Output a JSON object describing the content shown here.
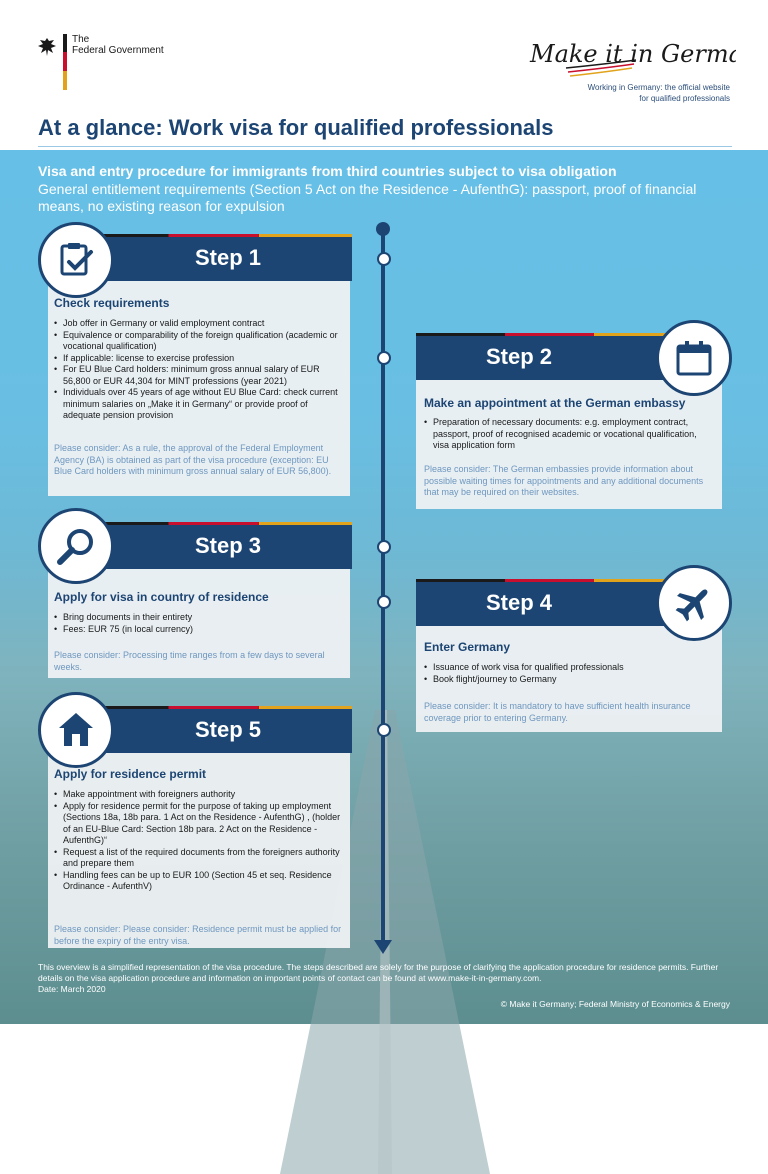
{
  "header": {
    "gov_line1": "The",
    "gov_line2": "Federal Government",
    "logo_text": "Make it in Germany",
    "tagline_line1": "Working in Germany: the official website",
    "tagline_line2": "for qualified professionals",
    "title": "At a glance: Work visa for qualified professionals"
  },
  "intro": {
    "heading": "Visa and entry procedure for immigrants from third countries subject to visa obligation",
    "text": "General entitlement requirements (Section 5 Act on the Residence - AufenthG): passport, proof of financial means, no existing reason for expulsion"
  },
  "steps": [
    {
      "label": "Step 1",
      "icon": "checklist-icon",
      "title": "Check requirements",
      "items": [
        "Job offer in Germany or valid employment contract",
        "Equivalence or comparability of the foreign qualification (academic or vocational qualification)",
        "If applicable: license to exercise profession",
        "For EU Blue Card holders: minimum gross annual salary of EUR 56,800 or EUR 44,304 for MINT professions (year 2021)",
        "Individuals over 45 years of age without EU Blue Card: check current minimum salaries on „Make it in Germany“ or provide proof of adequate pension provision"
      ],
      "note": "Please consider: As a rule, the approval of the Federal Employment Agency (BA) is obtained as part of the visa procedure (exception: EU Blue Card holders with minimum gross annual salary of EUR 56,800)."
    },
    {
      "label": "Step 2",
      "icon": "calendar-icon",
      "title": "Make an appointment at the German embassy",
      "items": [
        "Preparation of necessary documents: e.g. employment contract, passport, proof of recognised academic or vocational qualification, visa application form"
      ],
      "note": "Please consider: The German embassies provide information about possible waiting times for appointments and any additional documents that may be required on their websites."
    },
    {
      "label": "Step 3",
      "icon": "magnifier-icon",
      "title": "Apply for visa in country of residence",
      "items": [
        "Bring documents in their entirety",
        "Fees: EUR 75 (in local currency)"
      ],
      "note": "Please consider: Processing time ranges from a few days to several weeks."
    },
    {
      "label": "Step 4",
      "icon": "airplane-icon",
      "title": "Enter Germany",
      "items": [
        "Issuance of work visa for qualified professionals",
        "Book flight/journey to Germany"
      ],
      "note": "Please consider: It is mandatory to have sufficient health insurance coverage prior to entering Germany."
    },
    {
      "label": "Step 5",
      "icon": "house-icon",
      "title": "Apply for residence permit",
      "items": [
        "Make appointment with foreigners authority",
        "Apply for residence permit for the purpose of taking up employment (Sections 18a, 18b para. 1 Act on the Residence - AufenthG) , (holder of an EU-Blue Card: Section 18b para. 2 Act on the Residence - AufenthG)“",
        "Request a list of the required documents from the foreigners authority and prepare them",
        "Handling fees can be up to EUR 100 (Section 45 et seq. Residence Ordinance - AufenthV)"
      ],
      "note": "Please consider: Please consider: Residence permit must be applied for before the expiry of the entry visa."
    }
  ],
  "footer": {
    "text": "This overview is a simplified representation of the visa procedure. The steps described are solely for the purpose of clarifying the application procedure for residence permits. Further details on the visa application procedure and information on important points of contact can be found at www.make-it-in-germany.com.",
    "date": "Date: March 2020",
    "copyright": "© Make it Germany; Federal Ministry of Economics & Energy"
  },
  "colors": {
    "navy": "#1d4573",
    "sky": "#66bfe6",
    "gold": "#e2a31c",
    "red": "#c8102e"
  }
}
